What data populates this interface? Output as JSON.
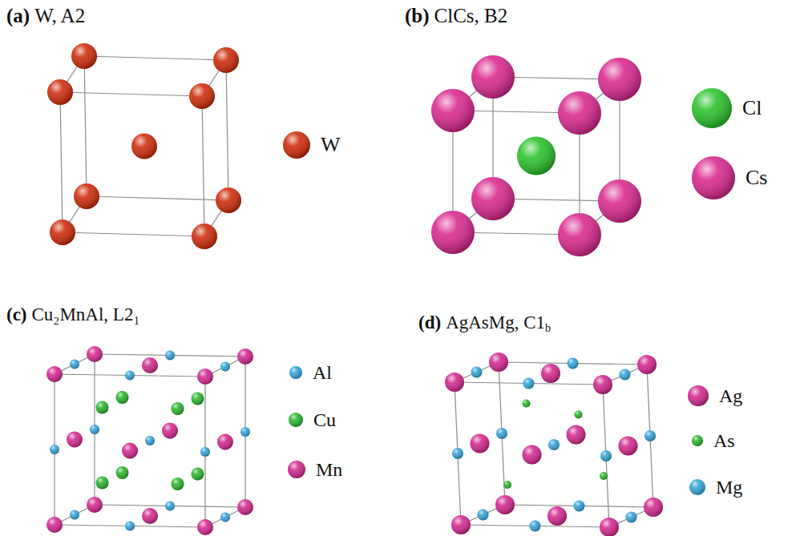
{
  "diagram": {
    "labels": [
      "(a)",
      "W, A2",
      "(b)",
      "ClCs, B2",
      "(c)",
      "Cu₂MnAl, L2₁",
      "(d)",
      "AgAsMg, C1",
      "b"
    ],
    "legend": [
      {
        "text": "W",
        "color": "#cc2200"
      },
      {
        "text": "Cl",
        "color": "#22c022"
      },
      {
        "text": "Cs",
        "color": "#d81f8a"
      },
      {
        "text": "Al",
        "color": "#2a9fd6"
      },
      {
        "text": "Cu",
        "color": "#22b022"
      },
      {
        "text": "Mn",
        "color": "#d01f8a"
      },
      {
        "text": "Ag",
        "color": "#d01f8a"
      },
      {
        "text": "As",
        "color": "#22b022"
      },
      {
        "text": "Mg",
        "color": "#2a9fd6"
      }
    ]
  }
}
